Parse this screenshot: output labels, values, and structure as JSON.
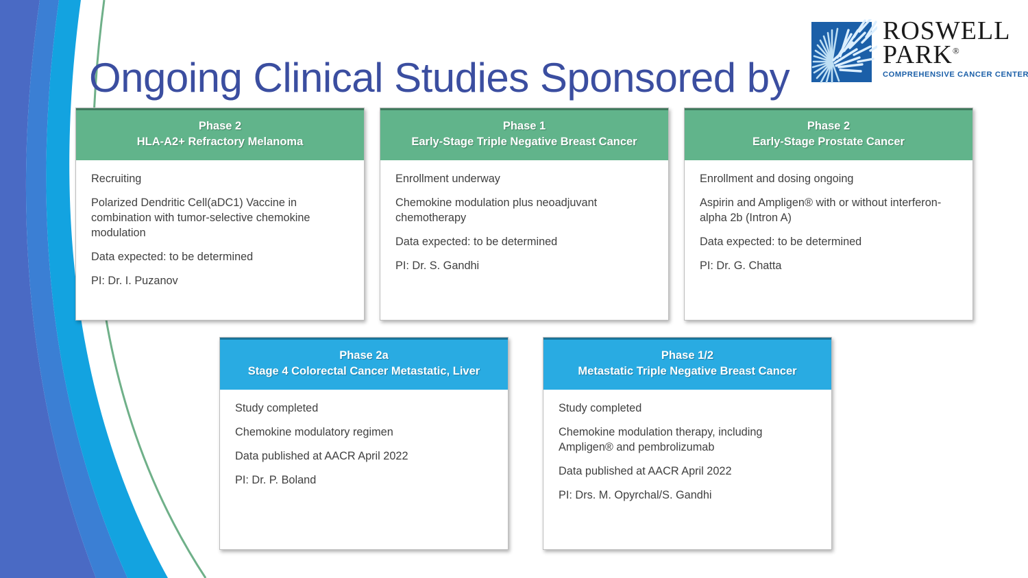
{
  "slide": {
    "title": "Ongoing Clinical Studies Sponsored by",
    "title_color": "#3b4ea0",
    "background_color": "#ffffff"
  },
  "logo": {
    "name": "roswell-park-logo",
    "line1": "ROSWELL",
    "line2": "PARK",
    "registered_mark": "®",
    "tagline": "COMPREHENSIVE CANCER CENTER",
    "mark_color": "#1b5fa8",
    "tagline_color": "#1b5fa8",
    "wordmark_color": "#1a1a1a"
  },
  "decor": {
    "colors": {
      "royal_blue": "#4a6ac4",
      "mid_blue": "#3b7fd4",
      "cyan": "#13a3e0",
      "green_line": "#6fb089",
      "white": "#ffffff"
    }
  },
  "theme": {
    "header_green": "#61b48b",
    "header_blue": "#29abe2",
    "body_text": "#404040",
    "card_border": "#bdbdbd"
  },
  "cards": [
    {
      "id": "card-melanoma",
      "accent": "green",
      "phase": "Phase 2",
      "condition": "HLA-A2+ Refractory Melanoma",
      "lines": [
        "Recruiting",
        "Polarized Dendritic Cell(aDC1) Vaccine in combination with tumor-selective chemokine modulation",
        "Data expected: to be determined",
        "PI: Dr. I. Puzanov"
      ]
    },
    {
      "id": "card-tnbc-early",
      "accent": "green",
      "phase": "Phase 1",
      "condition": "Early-Stage Triple Negative Breast Cancer",
      "lines": [
        "Enrollment underway",
        "Chemokine modulation plus neoadjuvant chemotherapy",
        "Data expected: to be determined",
        "PI: Dr. S. Gandhi"
      ]
    },
    {
      "id": "card-prostate",
      "accent": "green",
      "phase": "Phase 2",
      "condition": "Early-Stage Prostate Cancer",
      "lines": [
        "Enrollment and dosing ongoing",
        "Aspirin and Ampligen® with or without interferon-alpha 2b (Intron A)",
        "Data expected: to be determined",
        "PI: Dr. G. Chatta"
      ]
    },
    {
      "id": "card-colorectal",
      "accent": "blue",
      "phase": "Phase 2a",
      "condition": "Stage 4 Colorectal Cancer Metastatic, Liver",
      "lines": [
        "Study completed",
        "Chemokine modulatory regimen",
        "Data published at AACR April 2022",
        "PI: Dr. P. Boland"
      ]
    },
    {
      "id": "card-tnbc-meta",
      "accent": "blue",
      "phase": "Phase 1/2",
      "condition": "Metastatic Triple Negative Breast Cancer",
      "lines": [
        "Study completed",
        "Chemokine modulation therapy, including Ampligen® and pembrolizumab",
        "Data published at AACR April 2022",
        "PI: Drs. M. Opyrchal/S. Gandhi"
      ]
    }
  ]
}
